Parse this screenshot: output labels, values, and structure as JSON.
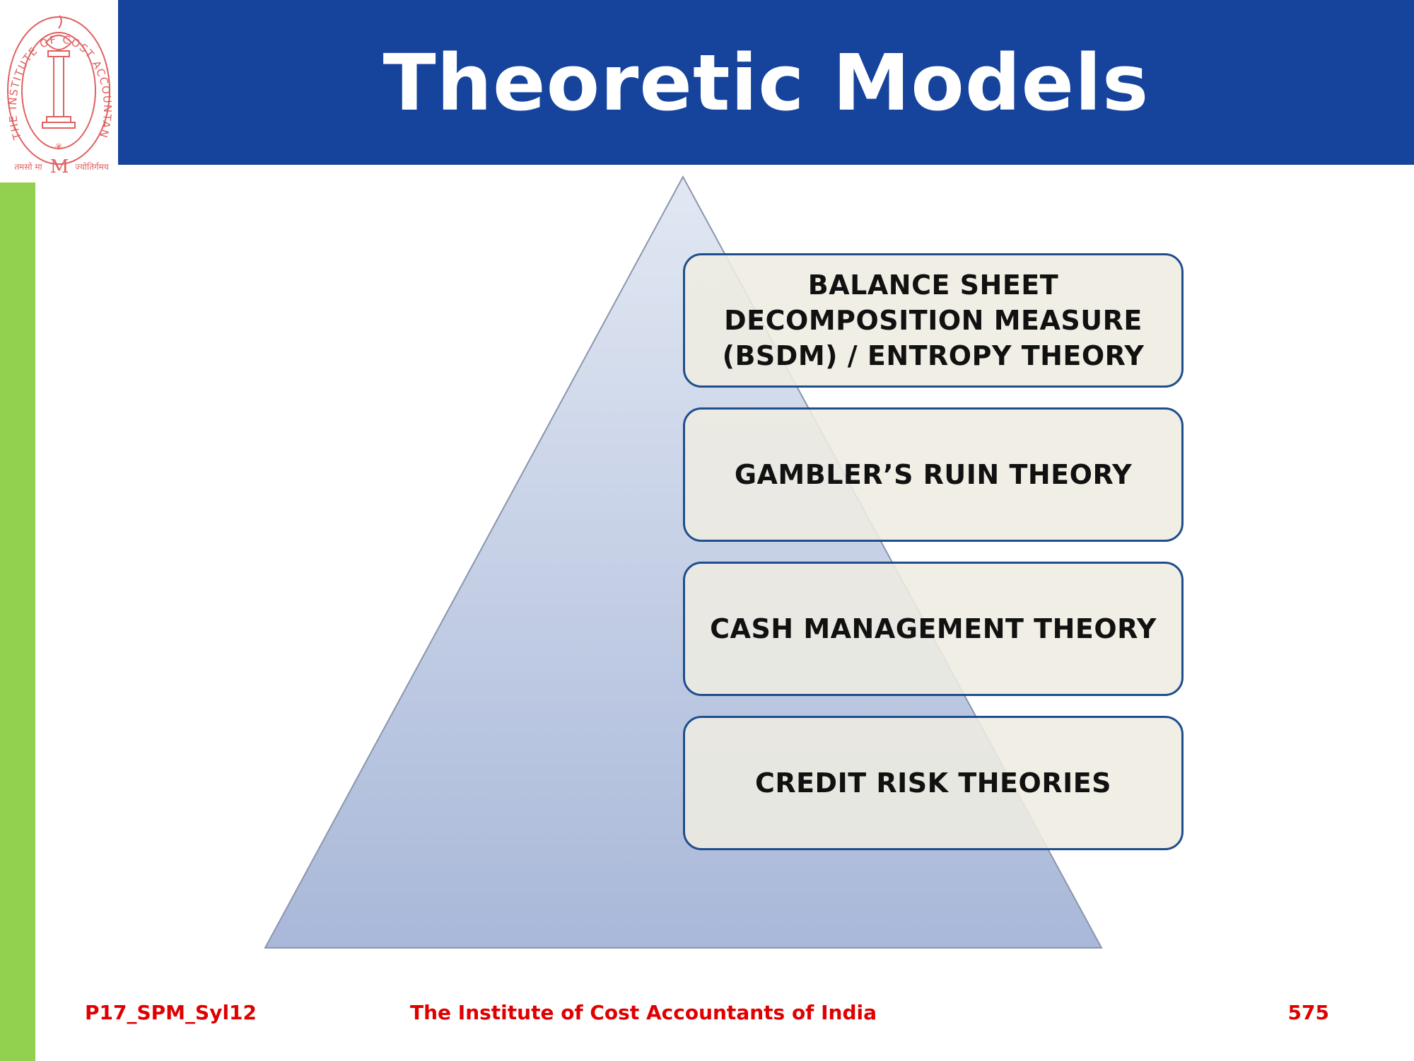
{
  "slide": {
    "title": "Theoretic Models"
  },
  "logo": {
    "ring_text": "THE INSTITUTE OF COST ACCOUNTANTS OF INDIA",
    "motto_left": "तमसो मा",
    "motto_right": "ज्योतिर्गमय",
    "monogram": "M",
    "ring_color": "#e06060"
  },
  "diagram": {
    "pyramid_colors": [
      "#e2e8f3",
      "#a9b8d9"
    ],
    "items": [
      {
        "label": "BALANCE SHEET\nDECOMPOSITION MEASURE\n(BSDM) / ENTROPY THEORY"
      },
      {
        "label": "GAMBLER’S RUIN THEORY"
      },
      {
        "label": "CASH MANAGEMENT THEORY"
      },
      {
        "label": "CREDIT RISK THEORIES"
      }
    ]
  },
  "footer": {
    "left": "P17_SPM_Syl12",
    "center": "The Institute of Cost Accountants of India",
    "right": "575"
  },
  "colors": {
    "title_bar": "#16439c",
    "side_strip": "#92d050",
    "footer_text": "#e00000",
    "box_border": "#1f4e8c"
  }
}
